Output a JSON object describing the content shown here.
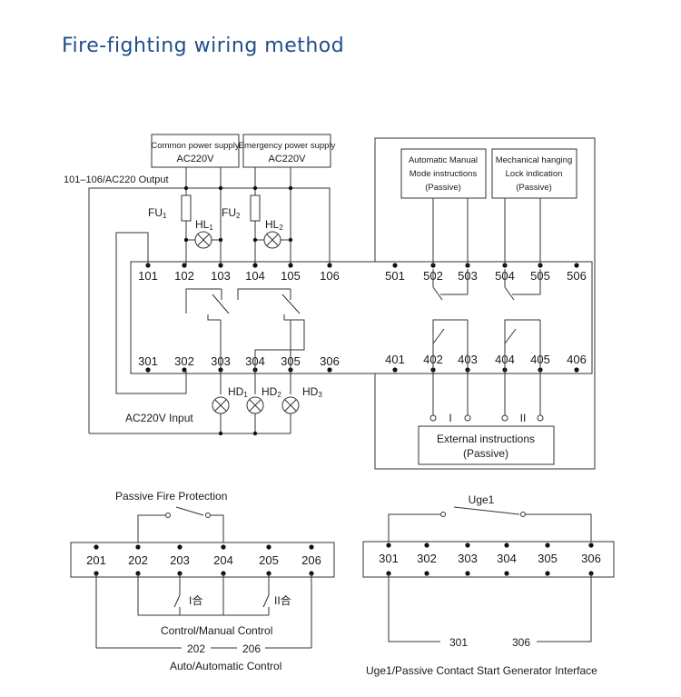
{
  "title": "Fire-fighting wiring method",
  "labels": {
    "common_power_l1": "Common power supply",
    "common_power_l2": "AC220V",
    "emergency_power_l1": "Emergency power supply",
    "emergency_power_l2": "AC220V",
    "output": "101–106/AC220  Output",
    "fu1": "FU",
    "fu1_sub": "1",
    "fu2": "FU",
    "fu2_sub": "2",
    "hl1": "HL",
    "hl1_sub": "1",
    "hl2": "HL",
    "hl2_sub": "2",
    "hd1": "HD",
    "hd1_sub": "1",
    "hd2": "HD",
    "hd2_sub": "2",
    "hd3": "HD",
    "hd3_sub": "3",
    "ac_input": "AC220V Input",
    "auto_manual_l1": "Automatic Manual",
    "auto_manual_l2": "Mode instructions",
    "auto_manual_l3": "(Passive)",
    "mech_l1": "Mechanical hanging",
    "mech_l2": "Lock indication",
    "mech_l3": "(Passive)",
    "ext_l1": "External instructions",
    "ext_l2": "(Passive)",
    "roman_i": "I",
    "roman_ii": "II",
    "passive_fire": "Passive Fire Protection",
    "i_he": "I合",
    "ii_he": "II合",
    "control_manual": "Control/Manual Control",
    "t202": "202",
    "t206": "206",
    "auto_control": "Auto/Automatic Control",
    "uge1": "Uge1",
    "t301": "301",
    "t306": "306",
    "uge_caption": "Uge1/Passive Contact Start Generator Interface"
  },
  "terminals": {
    "top_left": [
      "101",
      "102",
      "103",
      "104",
      "105",
      "106"
    ],
    "top_right": [
      "501",
      "502",
      "503",
      "504",
      "505",
      "506"
    ],
    "bottom_left": [
      "301",
      "302",
      "303",
      "304",
      "305",
      "306"
    ],
    "bottom_right": [
      "401",
      "402",
      "403",
      "404",
      "405",
      "406"
    ],
    "fire_strip": [
      "201",
      "202",
      "203",
      "204",
      "205",
      "206"
    ],
    "uge_strip": [
      "301",
      "302",
      "303",
      "304",
      "305",
      "306"
    ]
  }
}
